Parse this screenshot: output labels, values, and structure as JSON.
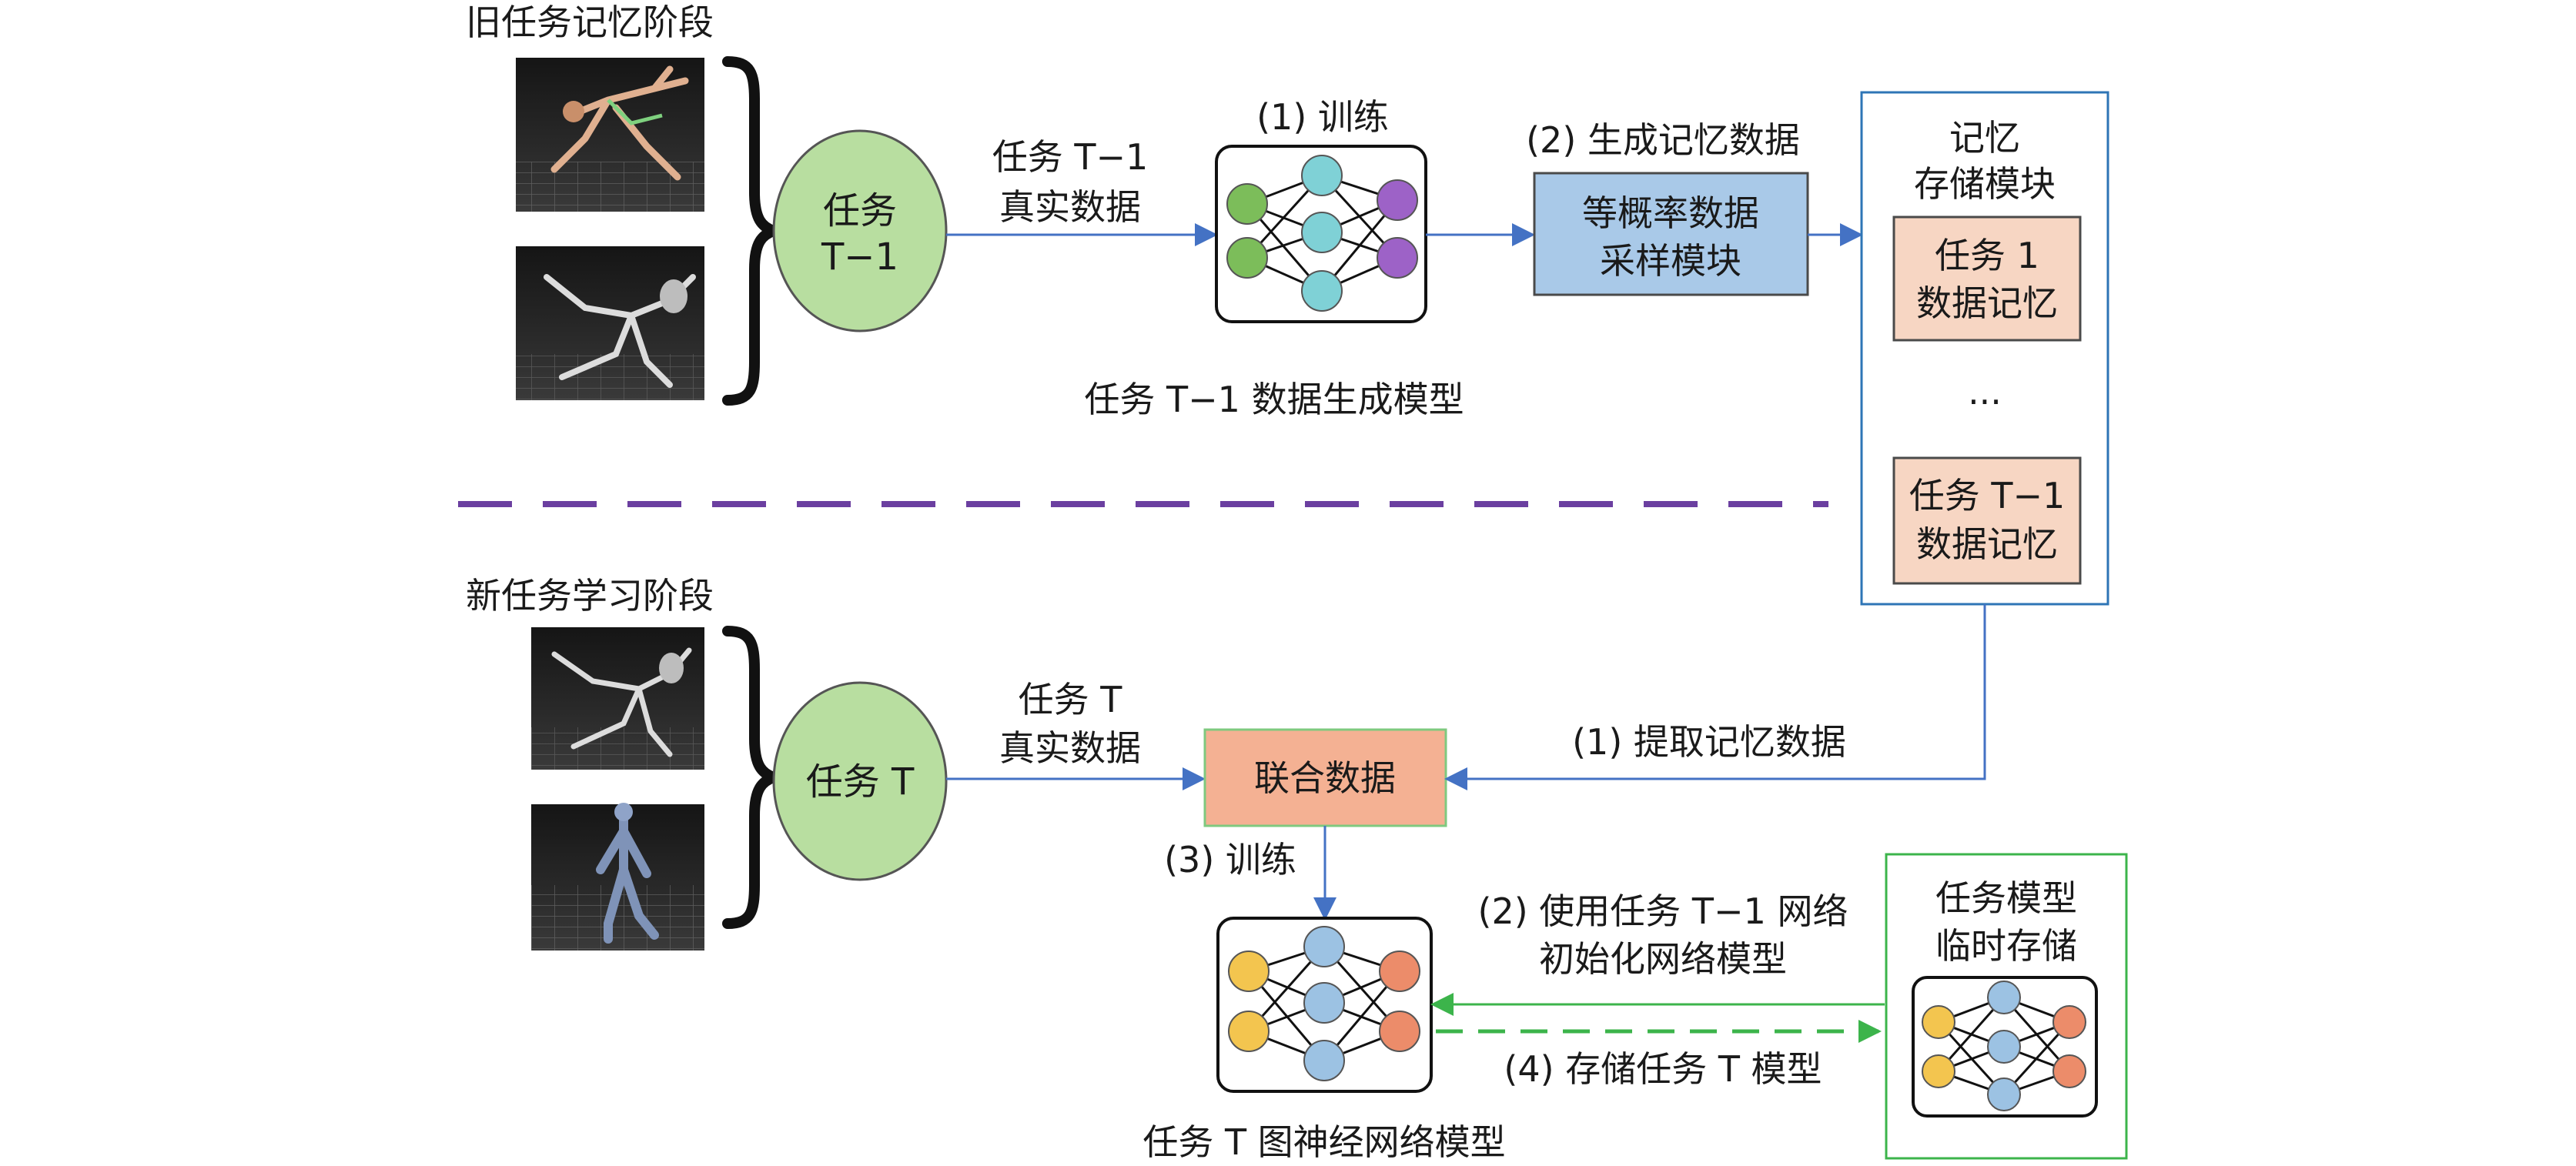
{
  "old_stage": {
    "heading": "旧任务记忆阶段",
    "task_circle": {
      "line1": "任务",
      "line2_italic": "T",
      "line2_rest": "−1"
    },
    "real_data": {
      "line1_prefix": "任务 ",
      "line1_italic": "T",
      "line1_rest": "−1",
      "line2": "真实数据"
    },
    "train_label": "(1) 训练",
    "generate_label": "(2) 生成记忆数据",
    "sampler": {
      "line1": "等概率数据",
      "line2": "采样模块"
    },
    "model_caption": {
      "prefix": "任务 ",
      "italic": "T",
      "rest": "−1 数据生成模型"
    }
  },
  "memory_module": {
    "title_line1": "记忆",
    "title_line2": "存储模块",
    "item1": {
      "line1": "任务 1",
      "line2": "数据记忆"
    },
    "ellipsis": "...",
    "item2": {
      "line1_prefix": "任务 ",
      "line1_italic": "T",
      "line1_rest": "−1",
      "line2": "数据记忆"
    }
  },
  "new_stage": {
    "heading": "新任务学习阶段",
    "task_circle": {
      "prefix": "任务 ",
      "italic": "T"
    },
    "real_data": {
      "line1_prefix": "任务 ",
      "line1_italic": "T",
      "line2": "真实数据"
    },
    "joint_data": "联合数据",
    "extract_label": "(1) 提取记忆数据",
    "train_label": "(3) 训练",
    "init_label": {
      "line1_prefix": "(2) 使用任务 ",
      "line1_italic": "T",
      "line1_rest": "−1 网络",
      "line2": "初始化网络模型"
    },
    "store_label": {
      "prefix": "(4) 存储任务 ",
      "italic": "T",
      "rest": " 模型"
    },
    "model_caption": {
      "prefix": "任务 ",
      "italic": "T",
      "rest": " 图神经网络模型"
    },
    "temp_storage": {
      "line1": "任务模型",
      "line2": "临时存储"
    }
  },
  "colors": {
    "arrow_blue": "#4472c4",
    "arrow_green": "#3cb44b",
    "divider_purple": "#6b3fa0",
    "circle_green": "#b8dea0",
    "sampler_blue": "#a9c9e8",
    "memory_item": "#f7d6c3",
    "joint_data": "#f4b193",
    "storage_border": "#2e75b6",
    "temp_border": "#3cb44b",
    "node_green": "#7cbd5a",
    "node_cyan": "#7fd1d6",
    "node_purple": "#9d62c7",
    "node_yellow": "#f3c54f",
    "node_blue": "#9cc2e3",
    "node_orange": "#ec8c6a"
  },
  "icons": {
    "brace": "curly-brace-icon",
    "neural_net": "neural-network-icon",
    "motion_capture": "motion-capture-image"
  }
}
